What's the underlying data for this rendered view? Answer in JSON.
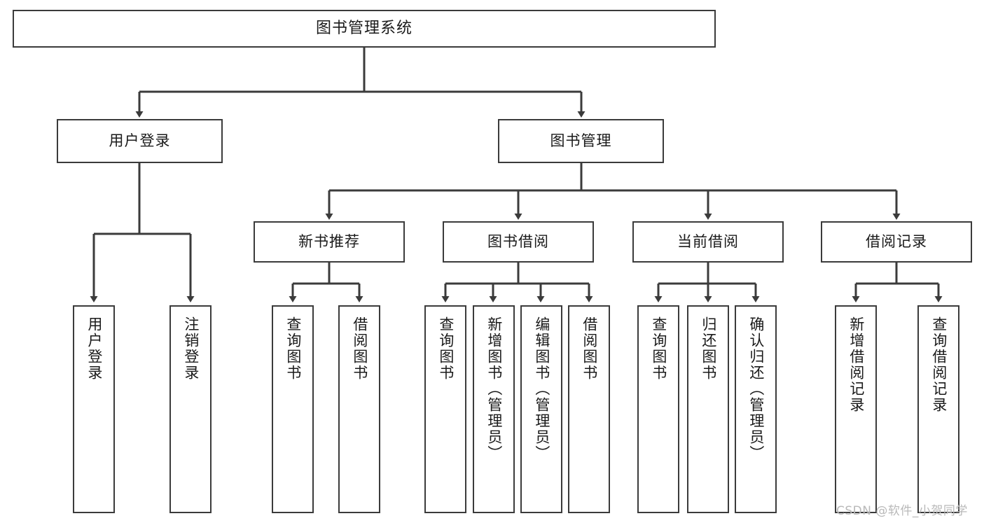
{
  "diagram": {
    "title": "图书管理系统",
    "type": "tree-hierarchy-chart",
    "colors": {
      "node_border": "#3b3b3b",
      "node_fill": "#ffffff",
      "edge": "#3b3b3b",
      "text": "#1a1a1a",
      "watermark": "#b9b9b9",
      "background": "#ffffff"
    },
    "nodes": {
      "root": {
        "label": "图书管理系统"
      },
      "level2": [
        {
          "id": "user-login",
          "label": "用户登录"
        },
        {
          "id": "book-management",
          "label": "图书管理"
        }
      ],
      "level3": [
        {
          "id": "new-book-recommend",
          "label": "新书推荐"
        },
        {
          "id": "book-borrow",
          "label": "图书借阅"
        },
        {
          "id": "current-borrow",
          "label": "当前借阅"
        },
        {
          "id": "borrow-record",
          "label": "借阅记录"
        }
      ],
      "leaves": {
        "user_login": [
          {
            "id": "leaf-user-login",
            "label": "用户登录"
          },
          {
            "id": "leaf-logout-login",
            "label": "注销登录"
          }
        ],
        "new_book_recommend": [
          {
            "id": "leaf-query-book-1",
            "label": "查询图书"
          },
          {
            "id": "leaf-borrow-book-1",
            "label": "借阅图书"
          }
        ],
        "book_borrow": [
          {
            "id": "leaf-query-book-2",
            "label": "查询图书"
          },
          {
            "id": "leaf-add-book",
            "label": "新增图书（管理员）"
          },
          {
            "id": "leaf-edit-book",
            "label": "编辑图书（管理员）"
          },
          {
            "id": "leaf-borrow-book-2",
            "label": "借阅图书"
          }
        ],
        "current_borrow": [
          {
            "id": "leaf-query-book-3",
            "label": "查询图书"
          },
          {
            "id": "leaf-return-book",
            "label": "归还图书"
          },
          {
            "id": "leaf-confirm-return",
            "label": "确认归还（管理员）"
          }
        ],
        "borrow_record": [
          {
            "id": "leaf-add-borrow-record",
            "label": "新增借阅记录"
          },
          {
            "id": "leaf-query-borrow-record",
            "label": "查询借阅记录"
          }
        ]
      }
    },
    "watermark": "CSDN @软件_小贺同学"
  }
}
